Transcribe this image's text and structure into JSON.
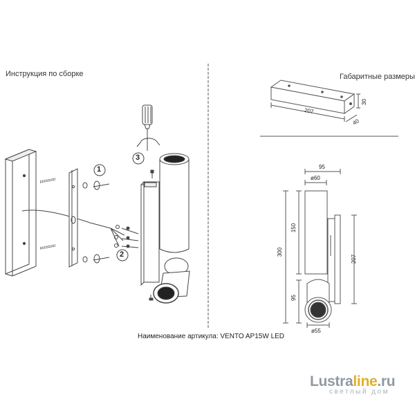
{
  "headings": {
    "assembly": "Инструкция по сборке",
    "dimensions": "Габаритные размеры"
  },
  "caption": "Наименование артикула: VENTO AP15W LED",
  "step_numbers": [
    "1",
    "2",
    "3"
  ],
  "dimensions_top": {
    "length": "207",
    "depth": "40",
    "height": "30"
  },
  "dimensions_side": {
    "width": "95",
    "tube_diameter": "ø60",
    "upper_height": "150",
    "total_height": "300",
    "lower_height": "95",
    "plate_height": "207",
    "head_diameter": "ø55"
  },
  "logo": {
    "part1": "Lustra",
    "part2": "line",
    "part3": ".ru",
    "tagline": "светлый дом"
  },
  "colors": {
    "line": "#555555",
    "accent": "#e0b02b",
    "logo_gray": "#8f9aa4"
  }
}
